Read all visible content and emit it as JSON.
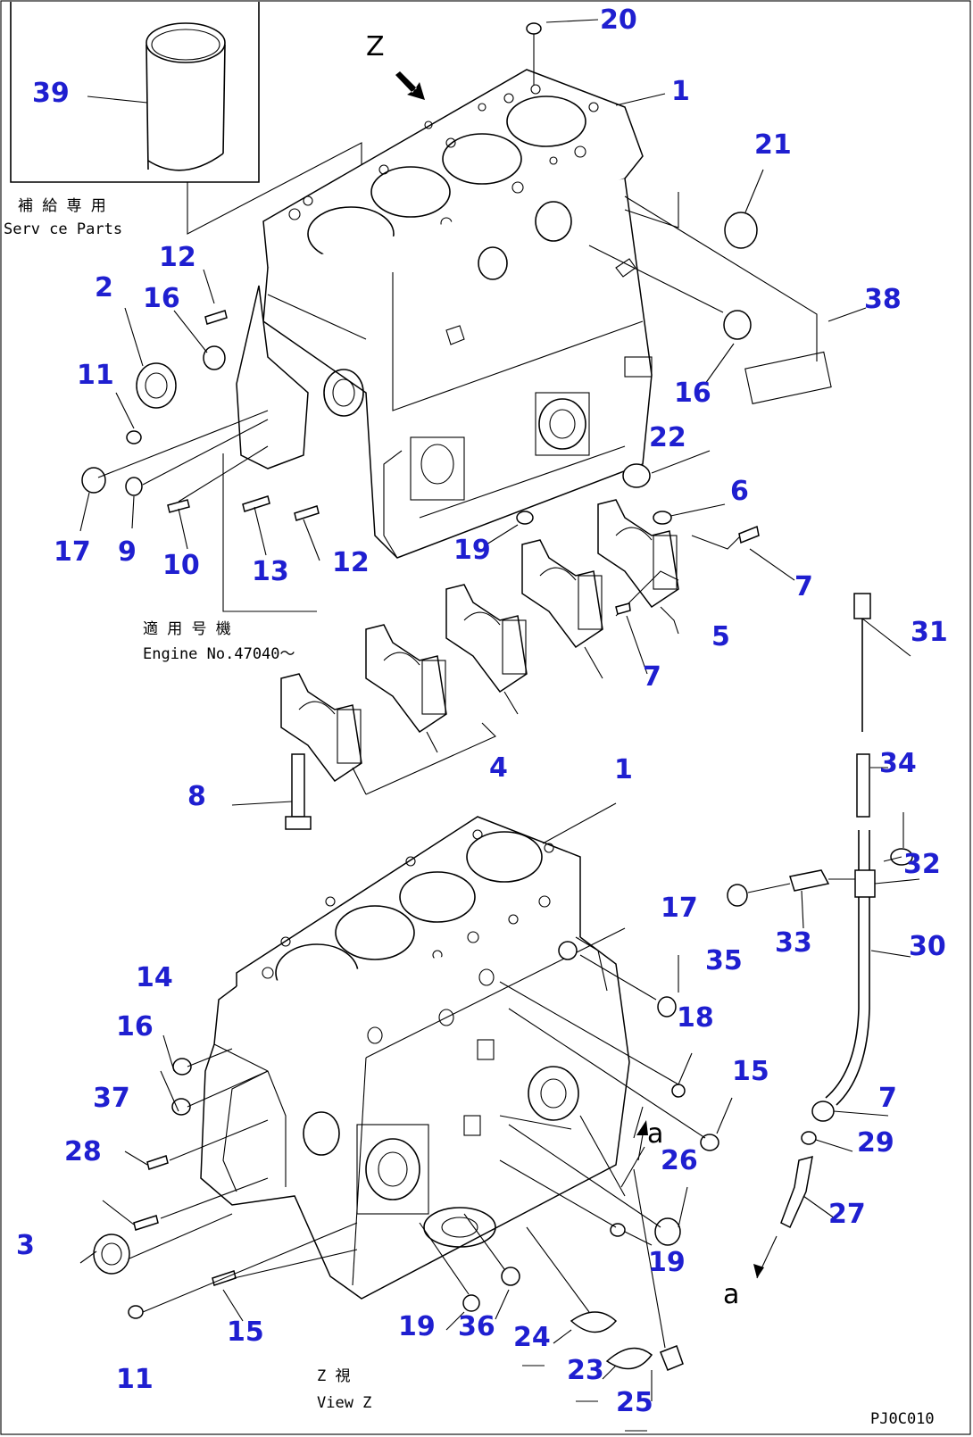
{
  "inset": {
    "kanji": "補 給 専 用",
    "english": "Serv ce Parts",
    "label": "39"
  },
  "serial_note": {
    "kanji": "適 用 号 機",
    "english": "Engine No.47040～"
  },
  "view_letter": "Z",
  "view_caption": {
    "kanji": "Z 視",
    "english": "View Z"
  },
  "arrow_ref": "a",
  "drawing_id": "PJ0C010",
  "callouts": [
    "20",
    "1",
    "21",
    "38",
    "12",
    "2",
    "16",
    "11",
    "16",
    "22",
    "17",
    "9",
    "10",
    "13",
    "12",
    "19",
    "6",
    "7",
    "5",
    "7",
    "4",
    "8",
    "31",
    "1",
    "34",
    "32",
    "17",
    "35",
    "33",
    "30",
    "14",
    "16",
    "37",
    "18",
    "15",
    "28",
    "7",
    "29",
    "26",
    "3",
    "27",
    "19",
    "15",
    "19",
    "36",
    "24",
    "23",
    "11",
    "25"
  ],
  "colors": {
    "callout": "#1f1fd0",
    "line": "#000000",
    "background": "#ffffff"
  }
}
